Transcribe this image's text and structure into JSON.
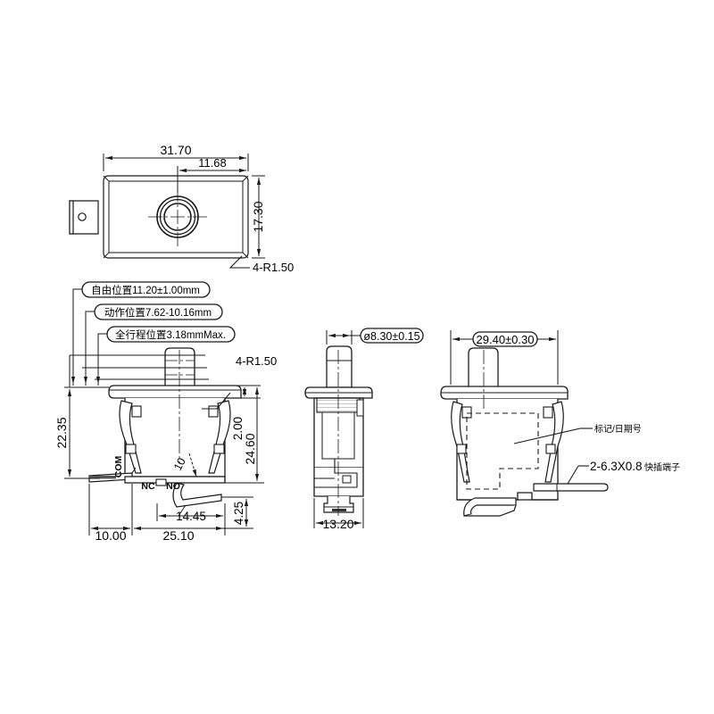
{
  "drawing": {
    "title": "Push-button switch mechanical outline drawing",
    "units": "mm",
    "line_color": "#1a1a1a",
    "fill_color": "#ffffff",
    "hatch_color": "#999999"
  },
  "views": {
    "top": {
      "name": "top-view",
      "dimensions": {
        "overall_width": "31.70",
        "button_offset": "11.68",
        "overall_height": "17.30",
        "corner_radius": "4-R1.50"
      }
    },
    "front": {
      "name": "front-view",
      "callouts": [
        "自由位置11.20±1.00mm",
        "动作位置7.62-10.16mm",
        "全行程位置3.18mmMax."
      ],
      "dimensions": {
        "body_height": "22.35",
        "flange_to_base": "2.00",
        "total_depth": "24.60",
        "left_terminal": "10.00",
        "terminal_span": "25.10",
        "no_terminal": "14.45",
        "base_offset": "4.25",
        "corner_radius": "4-R1.50",
        "thickness": "10"
      },
      "terminals": {
        "com": "COM",
        "nc": "NC",
        "no": "NO"
      }
    },
    "side": {
      "name": "side-view",
      "dimensions": {
        "plunger_diameter": "ø8.30±0.15",
        "body_width": "13.20"
      }
    },
    "right": {
      "name": "right-view",
      "dimensions": {
        "flange_width": "29.40±0.30"
      },
      "annotations": {
        "marking": "标记/日期号",
        "terminal_spec": "2-6.3X0.8",
        "terminal_spec_cn": "快插端子"
      }
    }
  }
}
